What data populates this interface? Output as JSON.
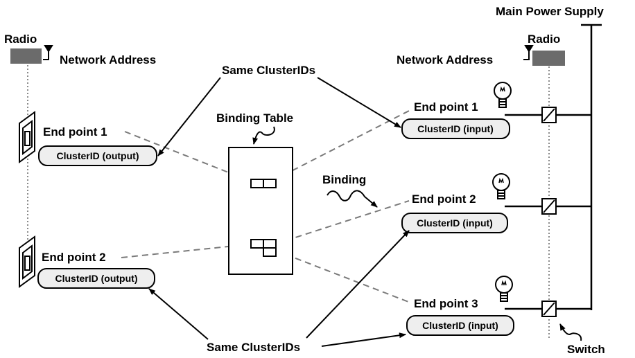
{
  "labels": {
    "main_power_supply": "Main Power Supply",
    "radio_left": "Radio",
    "radio_right": "Radio",
    "network_address_left": "Network Address",
    "network_address_right": "Network Address",
    "same_clusterids_top": "Same ClusterIDs",
    "same_clusterids_bottom": "Same ClusterIDs",
    "binding_table": "Binding Table",
    "binding": "Binding",
    "switch": "Switch"
  },
  "left_device": {
    "endpoints": [
      {
        "name": "End point 1",
        "cluster": "ClusterID (output)"
      },
      {
        "name": "End point 2",
        "cluster": "ClusterID (output)"
      }
    ]
  },
  "right_device": {
    "endpoints": [
      {
        "name": "End point 1",
        "cluster": "ClusterID (input)"
      },
      {
        "name": "End point 2",
        "cluster": "ClusterID (input)"
      },
      {
        "name": "End point 3",
        "cluster": "ClusterID (input)"
      }
    ]
  },
  "colors": {
    "line": "#000000",
    "dashed": "#7a7a7a",
    "radio_box": "#6b6b6b",
    "pill_fill": "#eeeeee",
    "dotted": "#8a8a8a"
  },
  "icons": [
    "wall-switch-icon",
    "light-bulb-icon",
    "radio-antenna-icon",
    "switch-symbol-icon"
  ]
}
